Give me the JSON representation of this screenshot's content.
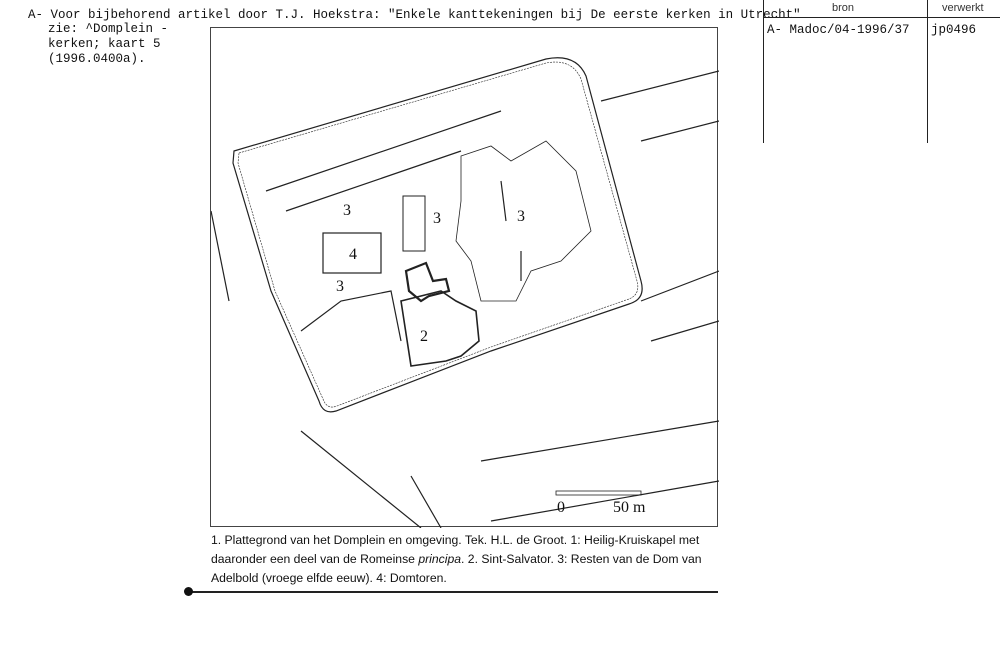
{
  "header": {
    "line1": "A- Voor bijbehorend artikel door T.J. Hoekstra: \"Enkele kanttekeningen bij De eerste kerken in Utrecht\"",
    "see_lines": [
      "zie: ^Domplein -",
      "kerken; kaart 5",
      "(1996.0400a)."
    ]
  },
  "table": {
    "col_bron": "bron",
    "col_verwerkt": "verwerkt",
    "bron_value": "A- Madoc/04-1996/37",
    "verwerkt_value": "jp0496"
  },
  "map": {
    "labels": [
      "3",
      "3",
      "3",
      "4",
      "3",
      "2"
    ],
    "scale_zero": "0",
    "scale_end": "50 m"
  },
  "caption": {
    "part1": "1. Plattegrond van het Domplein en omgeving. Tek. H.L. de Groot. 1: Heilig-Kruiskapel met daaronder een deel van de Romeinse ",
    "italic": "principa",
    "part2": ". 2. Sint-Salvator. 3: Resten van de Dom van Adelbold (vroege elfde eeuw). 4: Domtoren."
  }
}
